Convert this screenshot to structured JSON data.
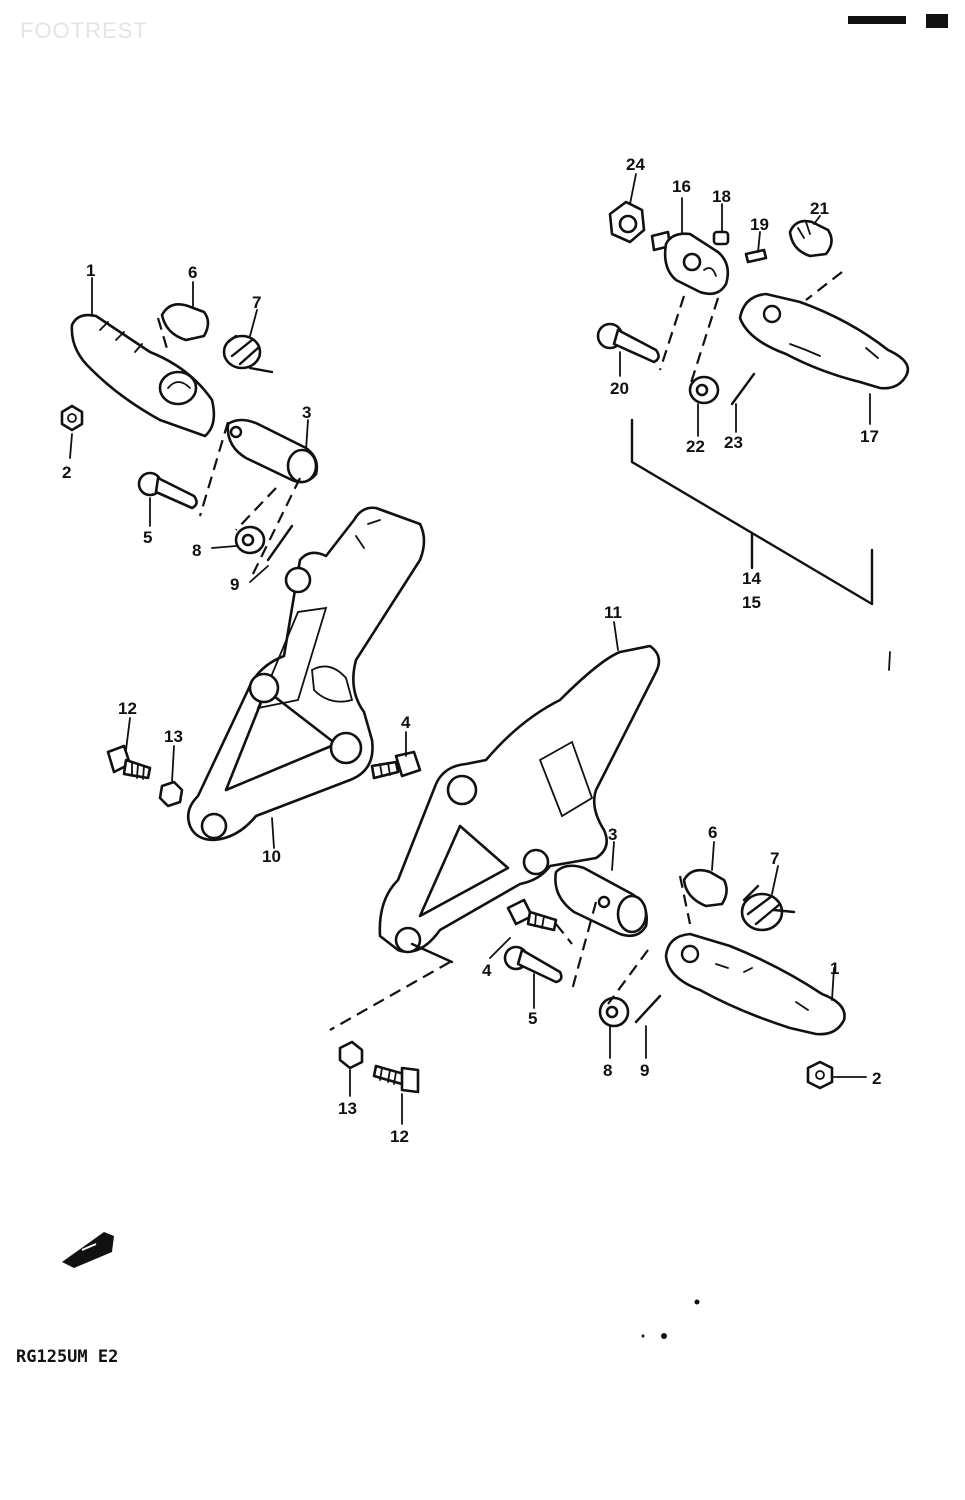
{
  "header": {
    "title": "FOOTREST"
  },
  "model_code": "RG125UM  E2",
  "callouts": {
    "c1a": "1",
    "c2a": "2",
    "c3a": "3",
    "c4a": "4",
    "c5a": "5",
    "c6a": "6",
    "c7a": "7",
    "c8a": "8",
    "c9a": "9",
    "c10": "10",
    "c11": "11",
    "c12a": "12",
    "c13a": "13",
    "c14": "14",
    "c15": "15",
    "c16": "16",
    "c17": "17",
    "c18": "18",
    "c19": "19",
    "c20": "20",
    "c21": "21",
    "c22": "22",
    "c23": "23",
    "c24": "24",
    "c1b": "1",
    "c2b": "2",
    "c3b": "3",
    "c4b": "4",
    "c5b": "5",
    "c6b": "6",
    "c7b": "7",
    "c8b": "8",
    "c9b": "9",
    "c12b": "12",
    "c13b": "13"
  },
  "icons": {
    "front": "front-arrow-icon"
  }
}
